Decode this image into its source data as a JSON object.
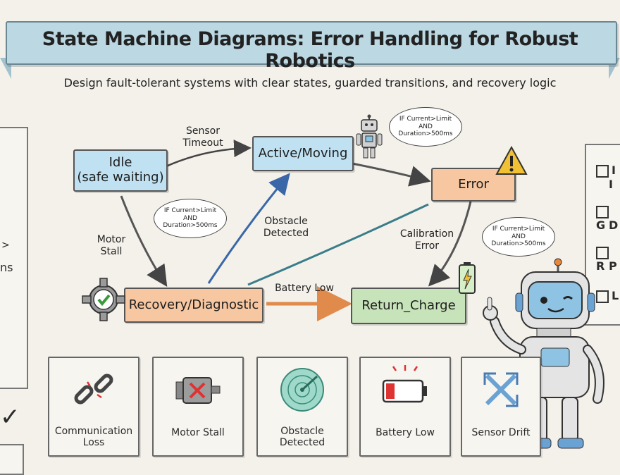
{
  "header": {
    "title": "State Machine Diagrams: Error Handling for Robust Robotics",
    "subtitle": "Design fault-tolerant systems with clear states, guarded transitions, and recovery logic"
  },
  "states": {
    "idle": "Idle\n(safe waiting)",
    "active": "Active/Moving",
    "error": "Error",
    "recovery": "Recovery/Diagnostic",
    "return_charge": "Return_Charge"
  },
  "transitions": {
    "sensor_timeout": "Sensor\nTimeout",
    "motor_stall": "Motor\nStall",
    "obstacle_detected": "Obstacle\nDetected",
    "calibration_error": "Calibration\nError",
    "battery_low": "Battery Low"
  },
  "guards": {
    "guard_top": "IF Current>Limit\nAND\nDuration>500ms",
    "guard_middle": "IF Current>Limit\nAND\nDuration>500ms",
    "guard_right": "IF Current>Limit\nAND\nDuration>500ms"
  },
  "left_panel": {
    "partial_text": "ns"
  },
  "right_panel": {
    "items": [
      "I",
      "G",
      "R",
      "L"
    ],
    "subitems": [
      "I",
      "D",
      "P",
      ""
    ]
  },
  "error_cards": [
    {
      "label": "Communication\nLoss",
      "icon": "broken-chain-icon"
    },
    {
      "label": "Motor Stall",
      "icon": "motor-icon"
    },
    {
      "label": "Obstacle\nDetected",
      "icon": "radar-icon"
    },
    {
      "label": "Battery Low",
      "icon": "low-battery-icon"
    },
    {
      "label": "Sensor Drift",
      "icon": "sensor-drift-icon"
    }
  ],
  "colors": {
    "blue_state": "#bfe1f1",
    "orange_state": "#f6c7a0",
    "green_state": "#c7e3b9",
    "banner": "#bcd8e3"
  }
}
